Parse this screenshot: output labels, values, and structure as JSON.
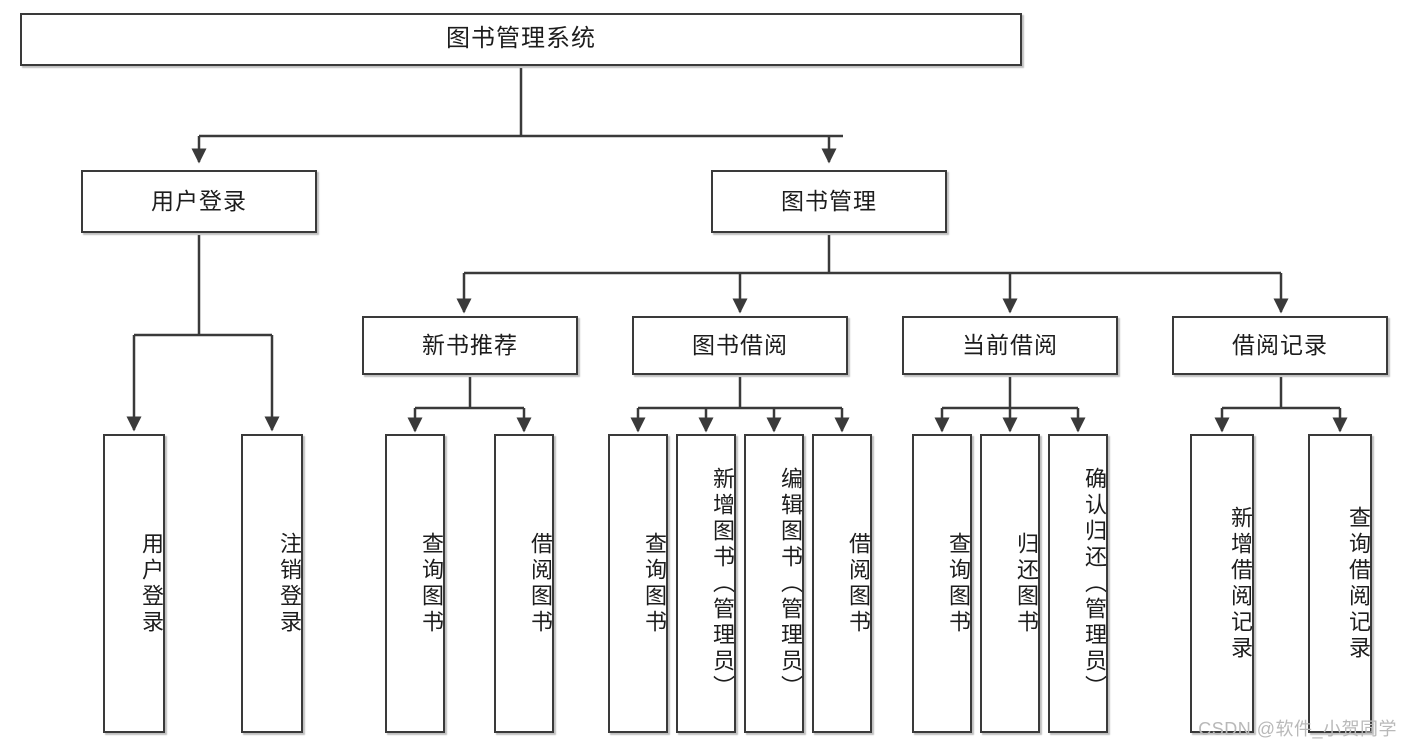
{
  "diagram": {
    "title": "图书管理系统",
    "type": "hierarchy-tree",
    "root": {
      "id": "root",
      "label": "图书管理系统"
    },
    "level2": [
      {
        "id": "user-login",
        "label": "用户登录"
      },
      {
        "id": "book-manage",
        "label": "图书管理"
      }
    ],
    "level3": [
      {
        "id": "new-book-recommend",
        "label": "新书推荐"
      },
      {
        "id": "book-borrow",
        "label": "图书借阅"
      },
      {
        "id": "current-borrow",
        "label": "当前借阅"
      },
      {
        "id": "borrow-record",
        "label": "借阅记录"
      }
    ],
    "leaves": [
      {
        "id": "leaf-user-login",
        "label": "用户登录",
        "parent": "user-login"
      },
      {
        "id": "leaf-user-logout",
        "label": "注销登录",
        "parent": "user-login"
      },
      {
        "id": "leaf-query-book-1",
        "label": "查询图书",
        "parent": "new-book-recommend"
      },
      {
        "id": "leaf-borrow-book-1",
        "label": "借阅图书",
        "parent": "new-book-recommend"
      },
      {
        "id": "leaf-query-book-2",
        "label": "查询图书",
        "parent": "book-borrow"
      },
      {
        "id": "leaf-add-book",
        "label": "新增图书（管理员）",
        "parent": "book-borrow"
      },
      {
        "id": "leaf-edit-book",
        "label": "编辑图书（管理员）",
        "parent": "book-borrow"
      },
      {
        "id": "leaf-borrow-book-2",
        "label": "借阅图书",
        "parent": "book-borrow"
      },
      {
        "id": "leaf-query-book-3",
        "label": "查询图书",
        "parent": "current-borrow"
      },
      {
        "id": "leaf-return-book",
        "label": "归还图书",
        "parent": "current-borrow"
      },
      {
        "id": "leaf-confirm-return",
        "label": "确认归还（管理员）",
        "parent": "current-borrow"
      },
      {
        "id": "leaf-add-record",
        "label": "新增借阅记录",
        "parent": "borrow-record"
      },
      {
        "id": "leaf-query-record",
        "label": "查询借阅记录",
        "parent": "borrow-record"
      }
    ]
  },
  "watermark": {
    "text": "CSDN @软件_小贺同学"
  },
  "colors": {
    "border": "#3a3a3a",
    "background": "#ffffff",
    "text": "#1d1d1d",
    "watermark": "#b9b9b9"
  }
}
